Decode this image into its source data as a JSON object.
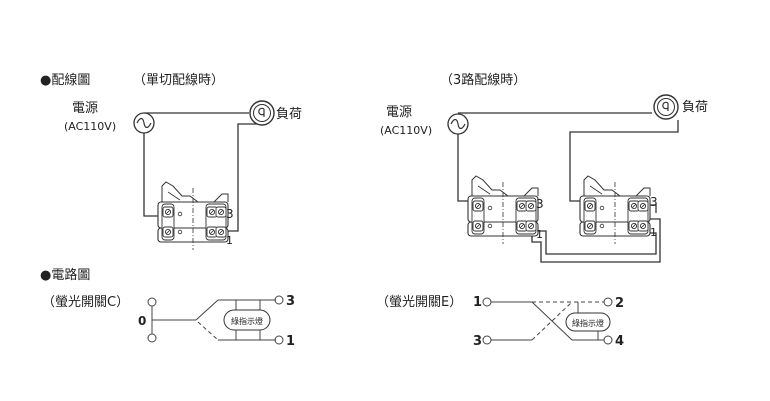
{
  "wiring": {
    "heading": "●配線圖",
    "single": {
      "caption": "（單切配線時）",
      "source_label": "電源",
      "source_voltage": "(AC110V)",
      "load_label": "負荷",
      "terminal_3": "3",
      "terminal_1": "1"
    },
    "three_way": {
      "caption": "（3路配線時）",
      "source_label": "電源",
      "source_voltage": "(AC110V)",
      "load_label": "負荷",
      "sw1_terminal_3": "3",
      "sw1_terminal_1": "1",
      "sw2_terminal_3": "3",
      "sw2_terminal_1": "1"
    }
  },
  "circuit": {
    "heading": "●電路圖",
    "switch_c": {
      "caption": "（螢光開關C）",
      "terminal_0": "0",
      "terminal_3": "3",
      "terminal_1": "1",
      "indicator_label": "綠指示燈"
    },
    "switch_e": {
      "caption": "（螢光開關E）",
      "terminal_1": "1",
      "terminal_2": "2",
      "terminal_3": "3",
      "terminal_4": "4",
      "indicator_label": "綠指示燈"
    }
  }
}
